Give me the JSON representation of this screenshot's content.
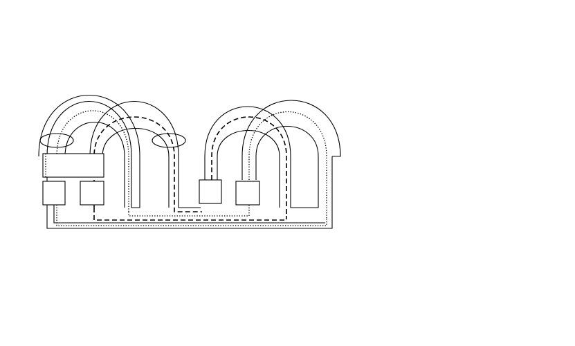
{
  "diagram": {
    "stroke_color": "#000000",
    "background": "#ffffff",
    "line_styles": [
      "solid",
      "dashed",
      "dotted"
    ]
  }
}
